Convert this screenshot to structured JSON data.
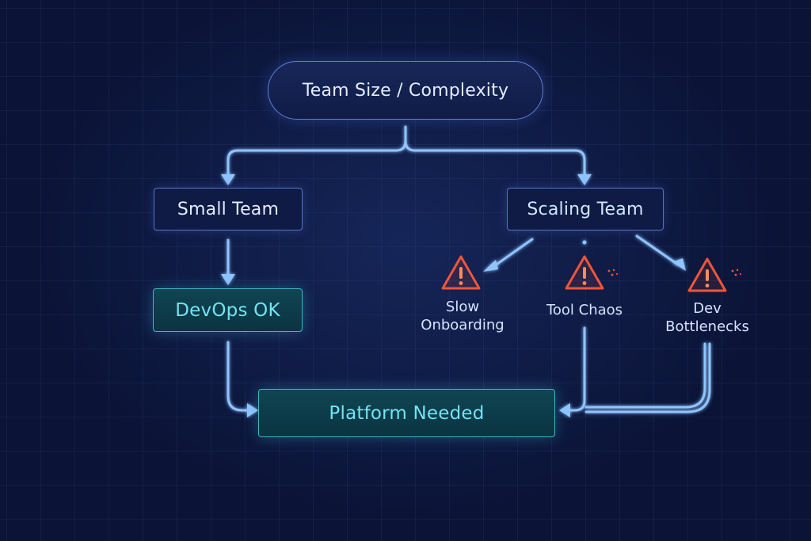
{
  "diagram": {
    "root": {
      "label": "Team Size / Complexity"
    },
    "branches": {
      "small": {
        "label": "Small Team"
      },
      "scaling": {
        "label": "Scaling Team"
      }
    },
    "outcomes": {
      "devops": {
        "label": "DevOps OK"
      },
      "platform": {
        "label": "Platform Needed"
      }
    },
    "issues": [
      {
        "label": "Slow\nOnboarding",
        "icon": "warning-icon"
      },
      {
        "label": "Tool Chaos",
        "icon": "warning-icon"
      },
      {
        "label": "Dev\nBottlenecks",
        "icon": "warning-icon"
      }
    ]
  },
  "colors": {
    "background": "#0b1437",
    "connector": "#8fc4ff",
    "teal_accent": "#72e3f2",
    "warning": "#f0553a"
  }
}
